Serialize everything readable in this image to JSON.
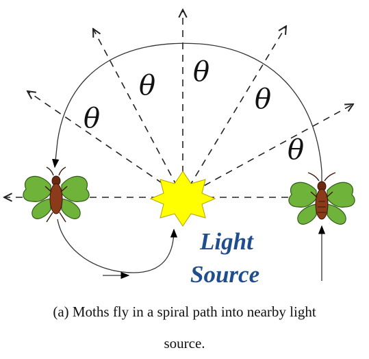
{
  "diagram": {
    "angle_symbol": "θ",
    "light_source_label_line1": "Light",
    "light_source_label_line2": "Source",
    "caption_line1": "(a) Moths fly in a spiral path into nearby light",
    "caption_line2": "source.",
    "colors": {
      "wing": "#6fb33a",
      "body": "#8b3a1a",
      "star": "#ffff00",
      "label": "#1f4e8c"
    }
  }
}
